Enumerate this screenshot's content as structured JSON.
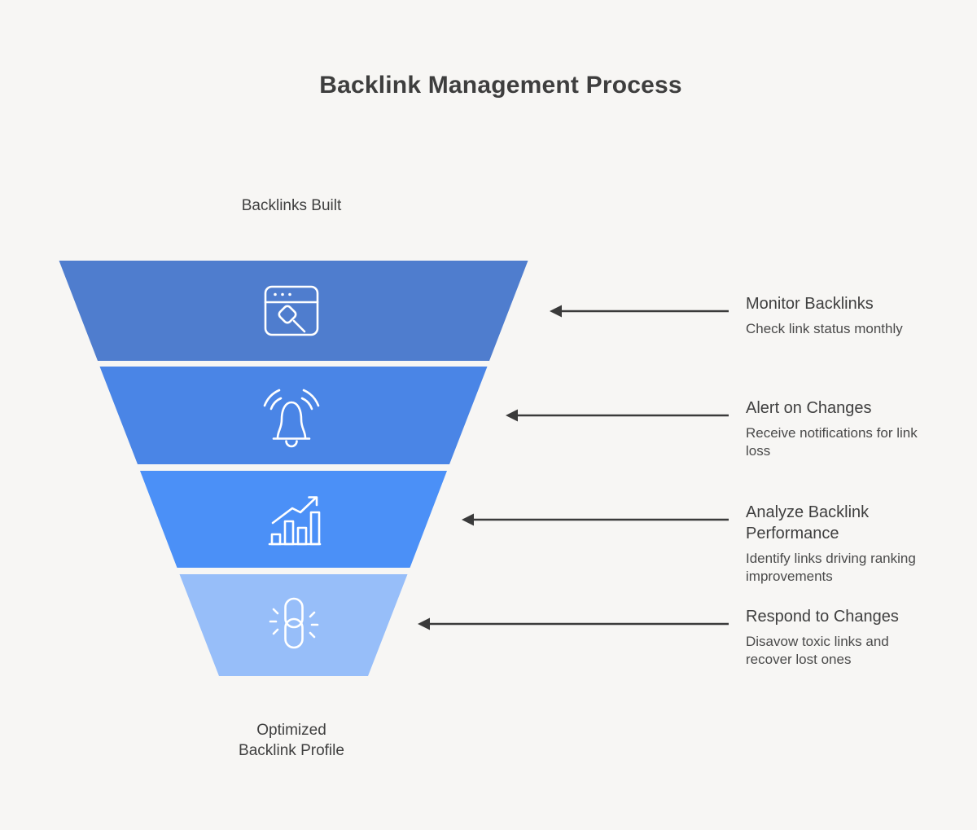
{
  "title": "Backlink Management Process",
  "funnel": {
    "top_label": "Backlinks Built",
    "bottom_label": "Optimized\nBacklink Profile",
    "stages": [
      {
        "title": "Monitor Backlinks",
        "description": "Check link status monthly",
        "color": "#4f7dce",
        "icon": "browser-search-icon"
      },
      {
        "title": "Alert on Changes",
        "description": "Receive notifications for link\nloss",
        "color": "#4a85e6",
        "icon": "bell-icon"
      },
      {
        "title": "Analyze Backlink\nPerformance",
        "description": "Identify links driving ranking\nimprovements",
        "color": "#4b90f7",
        "icon": "chart-growth-icon"
      },
      {
        "title": "Respond to Changes",
        "description": "Disavow toxic links and\nrecover lost ones",
        "color": "#97bef9",
        "icon": "broken-link-icon"
      }
    ]
  },
  "colors": {
    "background": "#f7f6f4",
    "arrow": "#3a3a3a",
    "icon_stroke": "#ffffff",
    "heading_text": "#3f3f3f"
  }
}
